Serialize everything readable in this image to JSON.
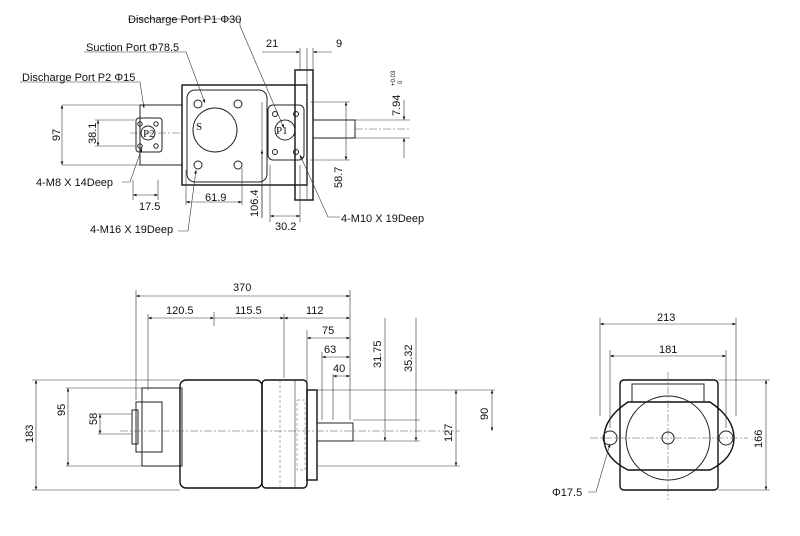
{
  "labels": {
    "discharge_p1": "Discharge Port P1 Φ30",
    "suction": "Suction Port Φ78.5",
    "discharge_p2": "Discharge Port P2 Φ15",
    "m8": "4-M8 X 14Deep",
    "m16": "4-M16 X 19Deep",
    "m10": "4-M10 X 19Deep",
    "phi175": "Φ17.5",
    "port_s": "S",
    "port_p1": "P1",
    "port_p2": "P2"
  },
  "dims_top": {
    "d21": "21",
    "d9": "9",
    "d794": "7.94",
    "d794_tol_up": "+0.03",
    "d794_tol_lo": "0",
    "d97": "97",
    "d381": "38.1",
    "d175": "17.5",
    "d619": "61.9",
    "d1064": "106.4",
    "d302": "30.2",
    "d587": "58.7"
  },
  "dims_front": {
    "d370": "370",
    "d1205": "120.5",
    "d1155": "115.5",
    "d112": "112",
    "d75": "75",
    "d63": "63",
    "d40": "40",
    "d3175": "31.75",
    "d3532": "35.32",
    "d183": "183",
    "d95": "95",
    "d58": "58",
    "d90": "90",
    "d127": "127"
  },
  "dims_side": {
    "d213": "213",
    "d181": "181",
    "d166": "166"
  }
}
